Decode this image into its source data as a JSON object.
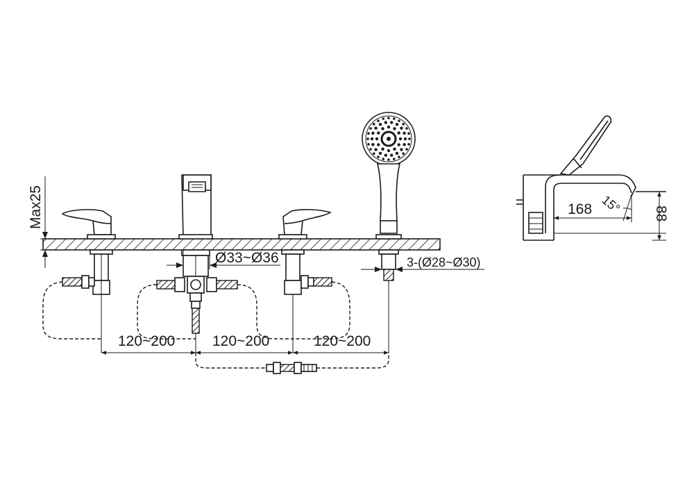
{
  "dimensions": {
    "max_deck": "Max25",
    "hole_diameter": "Ø33~Ø36",
    "handshower_holes": "3-(Ø28~Ø30)",
    "spacing_1": "120~200",
    "spacing_2": "120~200",
    "spacing_3": "120~200",
    "spout_reach": "168",
    "spout_height": "88",
    "spout_angle": "15°"
  }
}
